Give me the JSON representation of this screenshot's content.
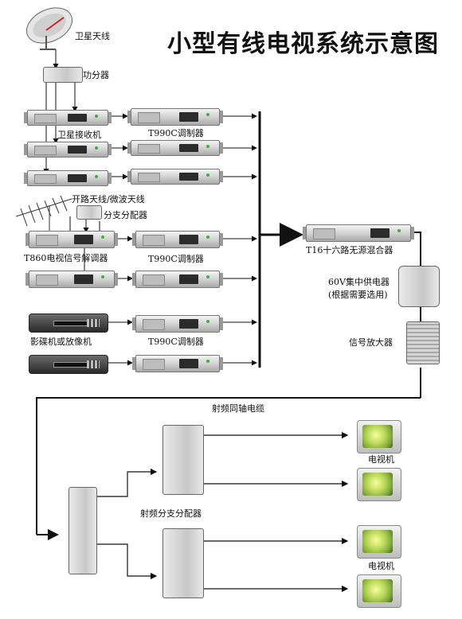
{
  "title": "小型有线电视系统示意图",
  "labels": {
    "satellite_antenna": "卫星天线",
    "power_splitter": "功分器",
    "satellite_receiver": "卫星接收机",
    "modulator_1": "T990C调制器",
    "antenna": "开路天线/微波天线",
    "branch_splitter": "分支分配器",
    "demodulator": "T860电视信号解调器",
    "modulator_2": "T990C调制器",
    "dvd_player": "影碟机或放像机",
    "modulator_3": "T990C调制器",
    "combiner": "T16十六路无源混合器",
    "power_supply_line1": "60V集中供电器",
    "power_supply_line2": "(根据需要选用)",
    "amplifier": "信号放大器",
    "coax_cable": "射频同轴电缆",
    "rf_splitter": "射频分支分配器",
    "tv_1": "电视机",
    "tv_2": "电视机"
  },
  "icons": {
    "dish": "satellite-dish-icon",
    "antenna": "yagi-antenna-icon",
    "tv": "tv-icon"
  },
  "colors": {
    "line": "#111111",
    "rack": "#cfcfcf",
    "screen": "#b6d657"
  }
}
